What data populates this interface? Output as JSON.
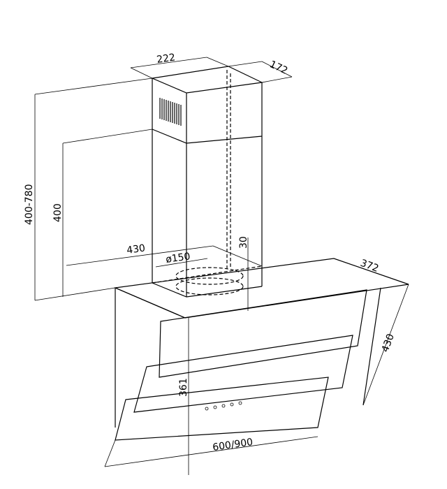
{
  "drawing": {
    "title": "Cooker hood dimension drawing",
    "dimensions": {
      "chimney_width": "222",
      "chimney_depth": "172",
      "total_height_range": "400-780",
      "lower_chimney_height": "400",
      "hood_width_top": "430",
      "duct_diameter": "ø150",
      "duct_offset": "30",
      "hood_depth": "372",
      "glass_length": "430",
      "hood_height": "361",
      "hood_width": "600/900"
    }
  }
}
